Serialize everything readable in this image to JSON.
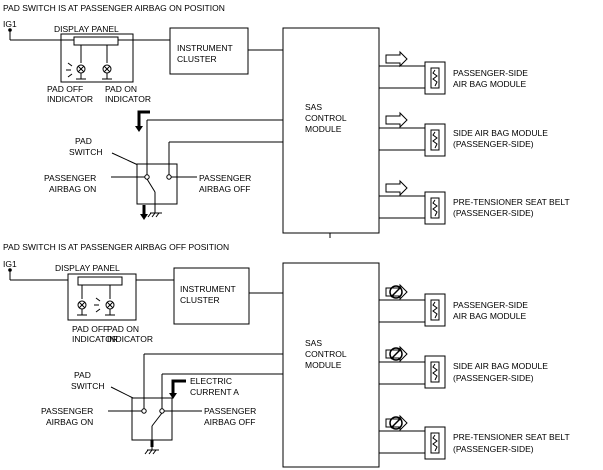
{
  "sections": [
    {
      "title": "PAD SWITCH IS AT PASSENGER AIRBAG ON POSITION",
      "ig_label": "IG1",
      "display_panel": "DISPLAY PANEL",
      "pad_off_indicator": [
        "PAD OFF",
        "INDICATOR"
      ],
      "pad_on_indicator": [
        "PAD ON",
        "INDICATOR"
      ],
      "instrument_cluster": [
        "INSTRUMENT",
        "CLUSTER"
      ],
      "sas_control_module": [
        "SAS",
        "CONTROL",
        "MODULE"
      ],
      "pad_switch": [
        "PAD",
        "SWITCH"
      ],
      "passenger_airbag_on": [
        "PASSENGER",
        "AIRBAG ON"
      ],
      "passenger_airbag_off": [
        "PASSENGER",
        "AIRBAG OFF"
      ],
      "modules": [
        [
          "PASSENGER-SIDE",
          "AIR BAG MODULE"
        ],
        [
          "SIDE AIR BAG MODULE",
          "(PASSENGER-SIDE)"
        ],
        [
          "PRE-TENSIONER SEAT BELT",
          "(PASSENGER-SIDE)"
        ]
      ]
    },
    {
      "title": "PAD SWITCH IS AT PASSENGER AIRBAG OFF POSITION",
      "ig_label": "IG1",
      "display_panel": "DISPLAY PANEL",
      "pad_off_indicator": [
        "PAD OFF",
        "INDICATOR"
      ],
      "pad_on_indicator": [
        "PAD ON",
        "INDICATOR"
      ],
      "instrument_cluster": [
        "INSTRUMENT",
        "CLUSTER"
      ],
      "sas_control_module": [
        "SAS",
        "CONTROL",
        "MODULE"
      ],
      "pad_switch": [
        "PAD",
        "SWITCH"
      ],
      "passenger_airbag_on": [
        "PASSENGER",
        "AIRBAG ON"
      ],
      "passenger_airbag_off": [
        "PASSENGER",
        "AIRBAG OFF"
      ],
      "electric_current": [
        "ELECTRIC",
        "CURRENT A"
      ],
      "modules": [
        [
          "PASSENGER-SIDE",
          "AIR BAG MODULE"
        ],
        [
          "SIDE AIR BAG MODULE",
          "(PASSENGER-SIDE)"
        ],
        [
          "PRE-TENSIONER SEAT BELT",
          "(PASSENGER-SIDE)"
        ]
      ]
    }
  ]
}
